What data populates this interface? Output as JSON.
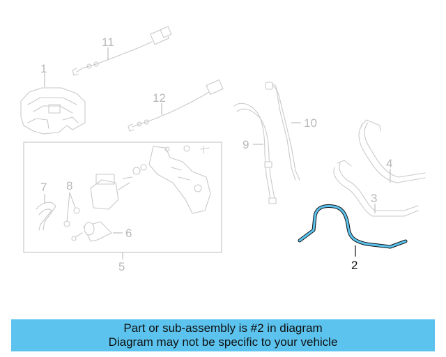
{
  "callouts": {
    "c1": "1",
    "c2": "2",
    "c3": "3",
    "c4": "4",
    "c5": "5",
    "c6": "6",
    "c7": "7",
    "c8": "8",
    "c9": "9",
    "c10": "10",
    "c11": "11",
    "c12": "12"
  },
  "highlight": {
    "part": "2",
    "color": "#5bc3ee"
  },
  "banner": {
    "line1": "Part or sub-assembly is #2 in diagram",
    "line2": "Diagram may not be specific to your vehicle",
    "color": "#5bc3ee"
  }
}
